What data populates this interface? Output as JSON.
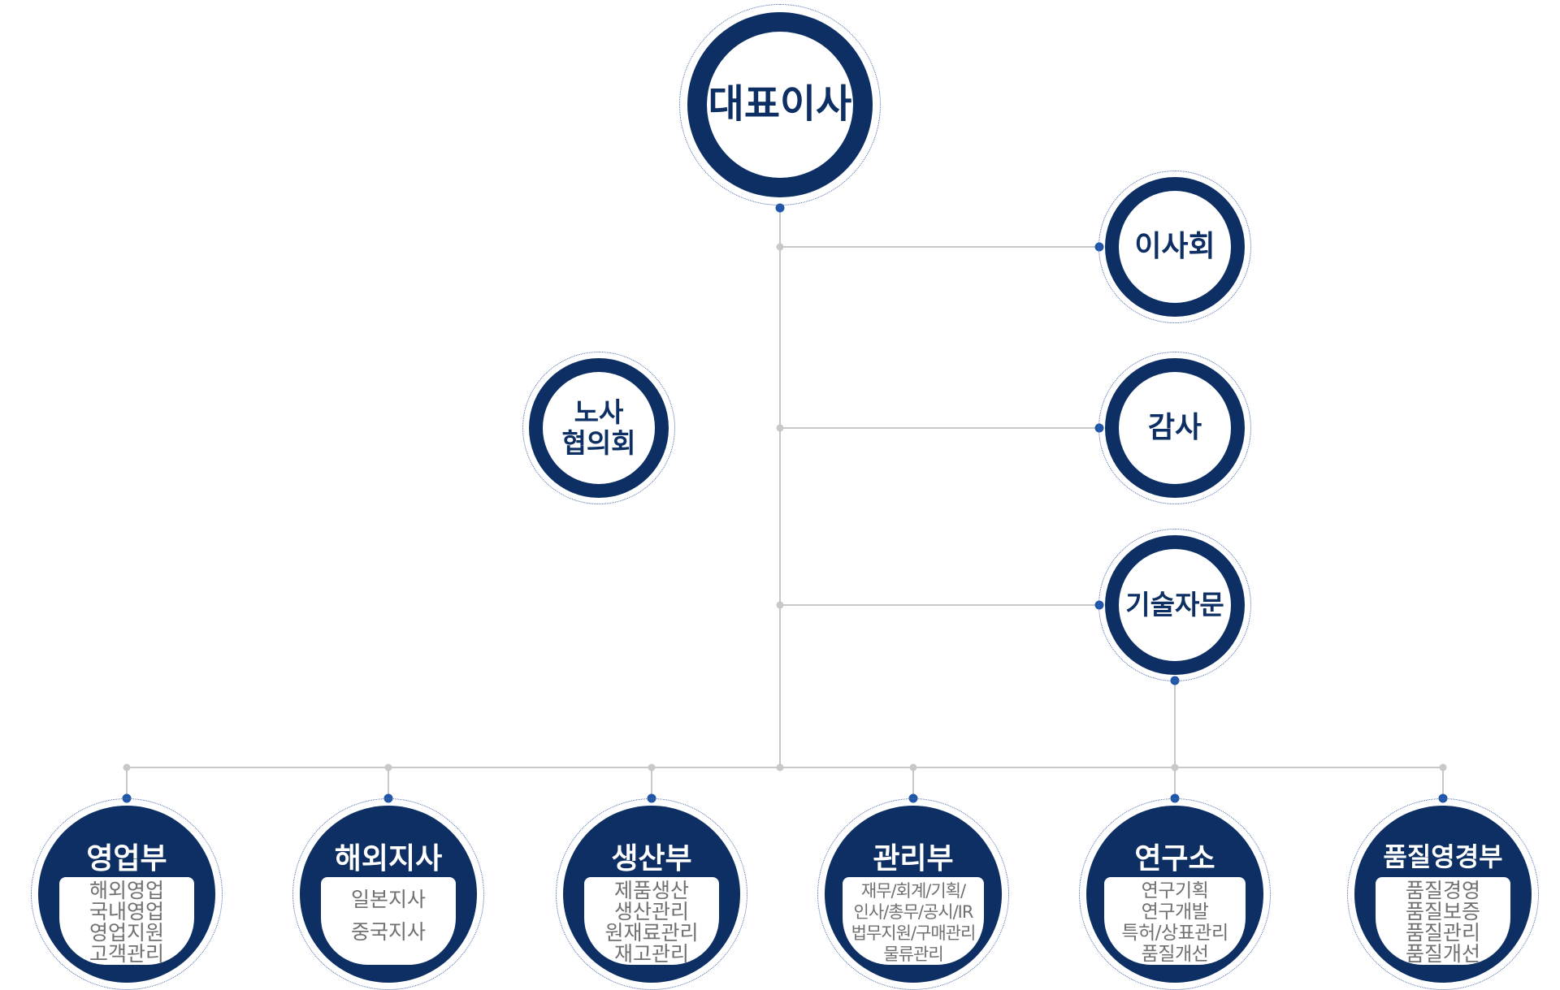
{
  "ceo": {
    "title": "대표이사"
  },
  "side": {
    "board": "이사회",
    "audit": "감사",
    "advisory": "기술자문"
  },
  "labor": {
    "line1": "노사",
    "line2": "협의회"
  },
  "departments": [
    {
      "title": "영업부",
      "items": [
        "해외영업",
        "국내영업",
        "영업지원",
        "고객관리"
      ]
    },
    {
      "title": "해외지사",
      "items": [
        "일본지사",
        "중국지사"
      ]
    },
    {
      "title": "생산부",
      "items": [
        "제품생산",
        "생산관리",
        "원재료관리",
        "재고관리"
      ]
    },
    {
      "title": "관리부",
      "items": [
        "재무/회계/기획/",
        "인사/총무/공시/IR",
        "법무지원/구매관리",
        "물류관리"
      ]
    },
    {
      "title": "연구소",
      "items": [
        "연구기획",
        "연구개발",
        "특허/상표관리",
        "품질개선"
      ]
    },
    {
      "title": "품질영경부",
      "items": [
        "품질경영",
        "품질보증",
        "품질관리",
        "품질개선"
      ]
    }
  ],
  "colors": {
    "navy": "#0d2f63",
    "line": "#c8c8c8",
    "dot": "#1f56a8",
    "muted": "#707070"
  }
}
